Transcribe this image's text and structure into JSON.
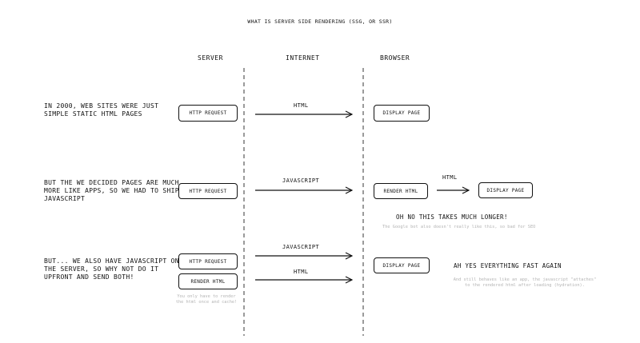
{
  "title": "What is Server Side Rendering (SSG, or SSR)",
  "columns": {
    "server": "Server",
    "internet": "Internet",
    "browser": "Browser"
  },
  "rows": [
    {
      "description": "In 2000, web sites were just simple static HTML pages",
      "server_box": "HTTP Request",
      "arrow_label": "HTML",
      "browser_box": "Display page"
    },
    {
      "description": "But the we decided pages are much more like apps, so we had to ship Javascript",
      "server_box": "HTTP Request",
      "arrow_label": "Javascript",
      "browser_box": "Render HTML",
      "browser_arrow_label": "HTML",
      "browser_box_2": "Display page",
      "emphasis": "Oh no this takes much longer!",
      "note": "The Google bot also doesn't really like this, so bad for SEO"
    },
    {
      "description": "But... we also have Javascript on the server, so why not do it upfront and send both!",
      "server_box": "HTTP Request",
      "server_box_2": "Render HTML",
      "arrow_label": "Javascript",
      "arrow_label_2": "HTML",
      "browser_box": "Display page",
      "emphasis": "Ah yes everything fast again",
      "note_line1": "And still behaves like an app, the javascript \"attaches\"",
      "note_line2": "to the rendered html after loading (hydration).",
      "server_note_line1": "You only have to render",
      "server_note_line2": "the html once and cache!"
    }
  ]
}
